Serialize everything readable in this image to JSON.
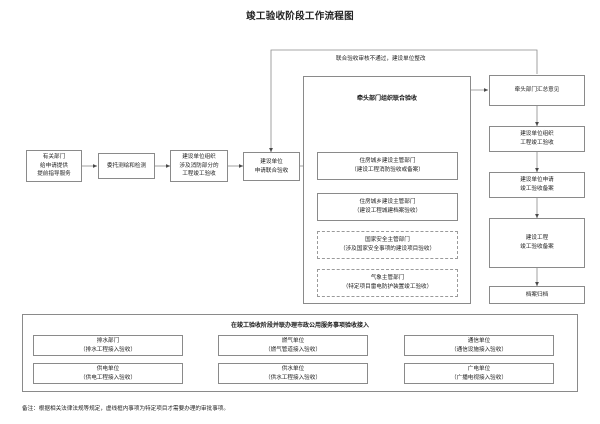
{
  "title": "竣工验收阶段工作流程图",
  "feedback_label": "联合验收审核不通过，建设单位整改",
  "flow_left": [
    {
      "lines": [
        "有关部门",
        "给申请提供",
        "提前指导服务"
      ]
    },
    {
      "lines": [
        "委托测绘和检测"
      ]
    },
    {
      "lines": [
        "建设单位组织",
        "涉及消防部分的",
        "工程竣工验收"
      ]
    },
    {
      "lines": [
        "建设单位",
        "申请联合验收"
      ]
    }
  ],
  "joint_panel": {
    "header": "牵头部门组织联合验收",
    "items": [
      {
        "lines": [
          "住房城乡建设主管部门",
          "（建设工程消防验收或备案）"
        ],
        "dashed": false
      },
      {
        "lines": [
          "住房城乡建设主管部门",
          "（建设工程城建档案验收）"
        ],
        "dashed": false
      },
      {
        "lines": [
          "国家安全主管部门",
          "（涉及国家安全事项的建设项目验收）"
        ],
        "dashed": true
      },
      {
        "lines": [
          "气象主管部门",
          "（特定项目雷电防护装置竣工验收）"
        ],
        "dashed": true
      }
    ]
  },
  "flow_right": [
    {
      "lines": [
        "牵头部门汇总意见"
      ]
    },
    {
      "lines": [
        "建设单位组织",
        "工程竣工验收"
      ]
    },
    {
      "lines": [
        "建设单位申请",
        "竣工验收备案"
      ]
    },
    {
      "lines": [
        "建设工程",
        "竣工验收备案"
      ]
    },
    {
      "lines": [
        "档案归档"
      ]
    }
  ],
  "utility_panel": {
    "header": "在竣工验收阶段并联办理市政公用服务事项验收接入",
    "items": [
      {
        "lines": [
          "排水部门",
          "（排水工程接入验收）"
        ]
      },
      {
        "lines": [
          "燃气单位",
          "（燃气管道接入验收）"
        ]
      },
      {
        "lines": [
          "通信单位",
          "（通信设施接入验收）"
        ]
      },
      {
        "lines": [
          "供电单位",
          "（供电工程接入验收）"
        ]
      },
      {
        "lines": [
          "供水单位",
          "（供水工程接入验收）"
        ]
      },
      {
        "lines": [
          "广电单位",
          "（广播电视接入验收）"
        ]
      }
    ]
  },
  "note": "备注：根据相关法律法规等规定，虚线框内事项为特定项目才需要办理的审批事项。",
  "colors": {
    "line": "#8a8a8a",
    "text": "#1a1a1a",
    "background": "#ffffff"
  }
}
